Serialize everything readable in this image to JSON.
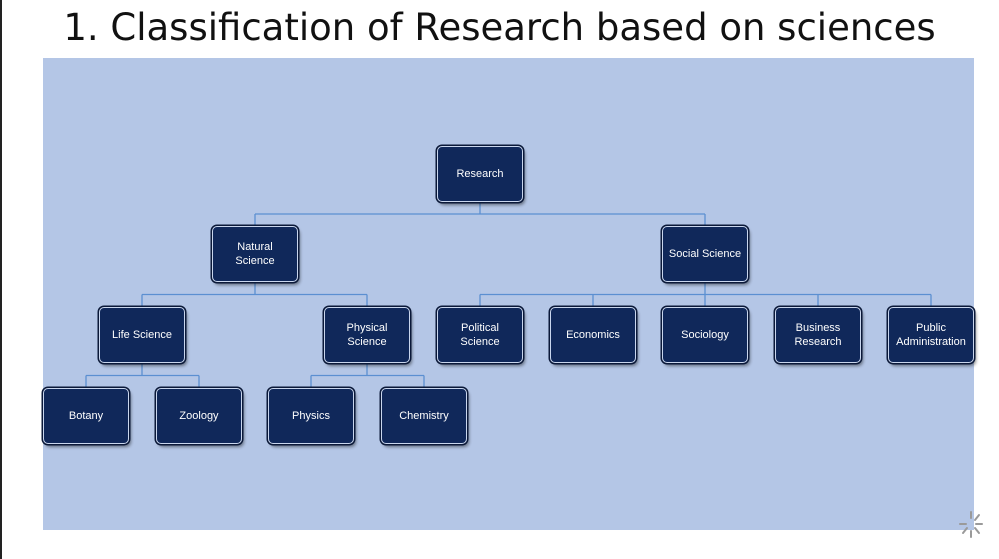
{
  "title": "1. Classification of Research based on sciences",
  "colors": {
    "panel": "#b4c6e6",
    "node_fill": "#10285a",
    "node_border": "#c9d6ee",
    "connector": "#5b8fd1"
  },
  "nodes": {
    "research": "Research",
    "natural_science": "Natural\nScience",
    "social_science": "Social Science",
    "life_science": "Life Science",
    "physical_science": "Physical\nScience",
    "botany": "Botany",
    "zoology": "Zoology",
    "physics": "Physics",
    "chemistry": "Chemistry",
    "political_science": "Political\nScience",
    "economics": "Economics",
    "sociology": "Sociology",
    "business_research": "Business\nResearch",
    "public_administration": "Public\nAdministration"
  },
  "edges": [
    [
      "research",
      "natural_science"
    ],
    [
      "research",
      "social_science"
    ],
    [
      "natural_science",
      "life_science"
    ],
    [
      "natural_science",
      "physical_science"
    ],
    [
      "life_science",
      "botany"
    ],
    [
      "life_science",
      "zoology"
    ],
    [
      "physical_science",
      "physics"
    ],
    [
      "physical_science",
      "chemistry"
    ],
    [
      "social_science",
      "political_science"
    ],
    [
      "social_science",
      "economics"
    ],
    [
      "social_science",
      "sociology"
    ],
    [
      "social_science",
      "business_research"
    ],
    [
      "social_science",
      "public_administration"
    ]
  ]
}
